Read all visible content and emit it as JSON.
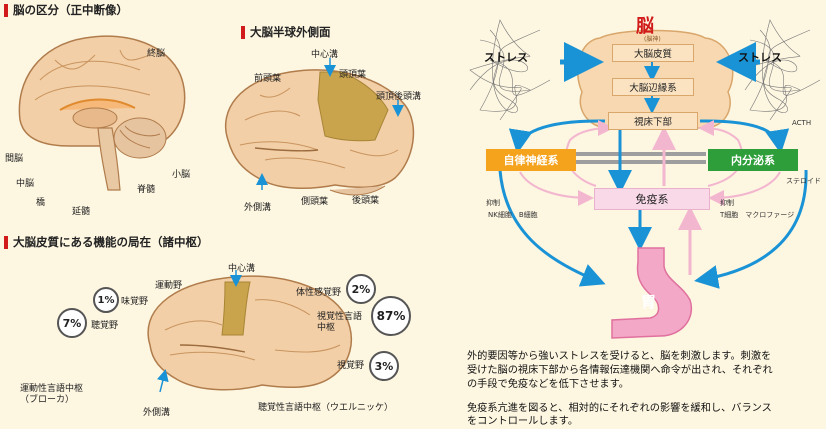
{
  "sections": {
    "brain_regions": "脳の区分（正中断像）",
    "lateral_surface": "大脳半球外側面",
    "cortex_functions": "大脳皮質にある機能の局在（諸中枢）"
  },
  "midsagittal_labels": {
    "cerebrum": "終脳",
    "diencephalon": "間脳",
    "midbrain": "中脳",
    "pons": "橋",
    "medulla": "延髄",
    "spinal_cord": "脊髄",
    "cerebellum": "小脳"
  },
  "lateral_labels": {
    "central_sulcus": "中心溝",
    "frontal_lobe": "前頭葉",
    "parietal_lobe": "頭頂葉",
    "parieto_occipital_sulcus": "頭頂後頭溝",
    "lateral_sulcus": "外側溝",
    "temporal_lobe": "側頭葉",
    "occipital_lobe": "後頭葉"
  },
  "function_labels": {
    "central_sulcus": "中心溝",
    "motor_area": "運動野",
    "gustatory_area": "味覚野",
    "auditory_area": "聴覚野",
    "somatosensory_area": "体性感覚野",
    "visual_language_center_1": "視覚性言語",
    "visual_language_center_2": "中枢",
    "visual_area": "視覚野",
    "motor_speech_center": "運動性言語中枢",
    "broca": "（ブローカ）",
    "lateral_sulcus": "外側溝",
    "auditory_speech_center": "聴覚性言語中枢（ウエルニッケ）"
  },
  "percentages": {
    "gustatory": "1%",
    "auditory": "7%",
    "somatosensory": "2%",
    "visual_language": "87%",
    "visual": "3%"
  },
  "stress_diagram": {
    "brain_title": "脳",
    "brain_sub": "(脳神)",
    "stress_left": "ストレス",
    "stress_right": "ストレス",
    "cortex": "大脳皮質",
    "limbic": "大脳辺縁系",
    "hypothalamus": "視床下部",
    "autonomic": "自律神経系",
    "endocrine": "内分泌系",
    "immune": "免疫系",
    "stomach": "胃",
    "acth": "ACTH",
    "steroid": "ステロイド",
    "inhibit_left": "抑制",
    "inhibit_right": "抑制",
    "nk_cells": "NK細胞　B細胞",
    "t_cells": "T細胞　マクロファージ"
  },
  "description": {
    "line1": "外的要因等から強いストレスを受けると、脳を刺激します。刺激を",
    "line2": "受けた脳の視床下部から各情報伝達機関へ命令が出され、それぞれ",
    "line3": "の手段で免疫などを低下させます。",
    "line4": "免疫系亢進を図ると、相対的にそれぞれの影響を緩和し、バランス",
    "line5": "をコントロールします。"
  },
  "colors": {
    "background": "#fdf6e1",
    "brain_skin": "#f2cfa6",
    "brain_outline": "#b07c4c",
    "highlight": "#c9a44d",
    "red_accent": "#d11a1a",
    "arrow_blue": "#1a93d6",
    "autonomic_orange": "#f5a21d",
    "endocrine_green": "#2e9e3a",
    "immune_pink": "#f9d9e8",
    "stomach_pink": "#f4a8c7"
  }
}
